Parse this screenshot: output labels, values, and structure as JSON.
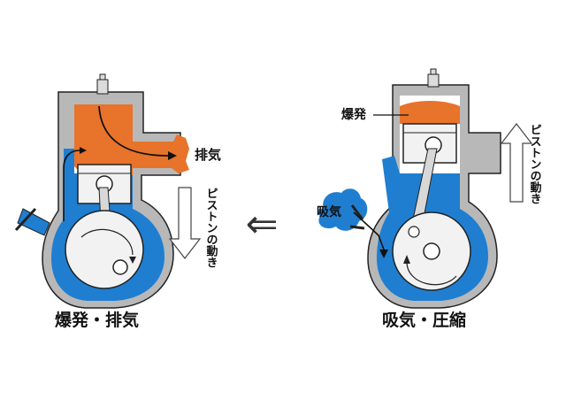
{
  "left_engine": {
    "caption": "爆発・排気",
    "exhaust_label": "排気",
    "piston_motion_label": "ピストンの動き",
    "piston_direction": "down"
  },
  "right_engine": {
    "caption": "吸気・圧縮",
    "explosion_label": "爆発",
    "intake_label": "吸気",
    "piston_motion_label": "ピストンの動き",
    "piston_direction": "up"
  },
  "transition_arrow": "⇐",
  "colors": {
    "combustion": "#e8732a",
    "mixture": "#1f7ed0",
    "cylinder_wall": "#b8b8b8",
    "outline": "#222222"
  }
}
